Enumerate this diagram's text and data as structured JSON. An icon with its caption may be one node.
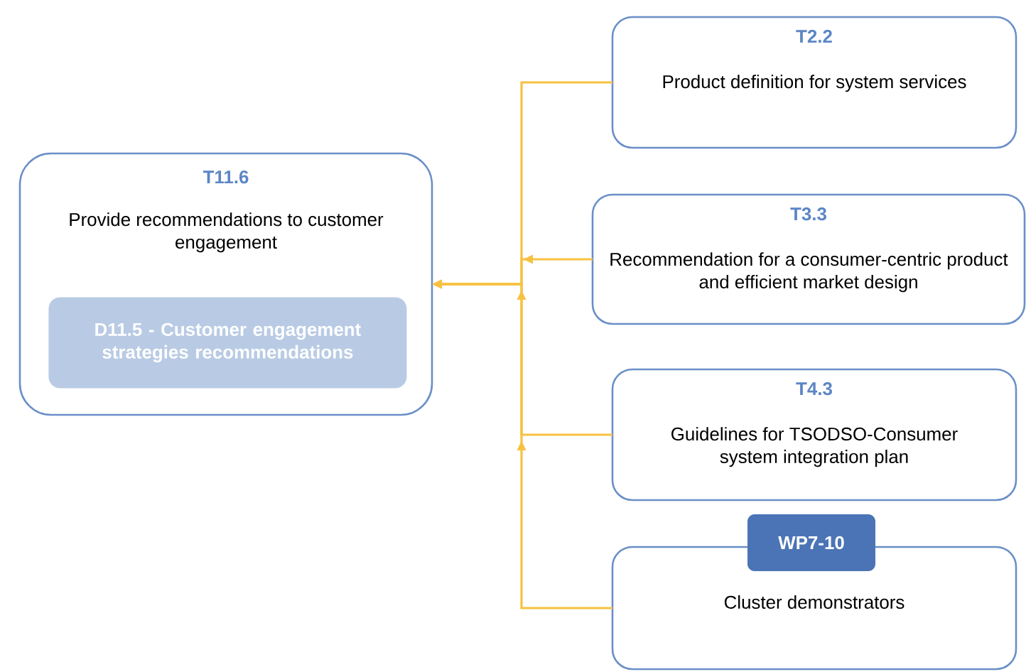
{
  "diagram": {
    "nodes": [
      {
        "text": [
          "T11.6",
          "Provide recommendations to customer engagement"
        ]
      },
      {
        "text": [
          "D11.5 - Customer engagement strategies recommendations"
        ],
        "in": 0
      },
      {
        "text": [
          "T2.2",
          "Product definition for system services"
        ]
      },
      {
        "text": [
          "T3.3",
          "Recommendation for a consumer-centric product and efficient market design"
        ]
      },
      {
        "text": [
          "T4.3",
          "Guidelines for TSODSO-Consumer system integration plan"
        ]
      },
      {
        "text": [
          "WP7-10",
          "Cluster demonstrators"
        ]
      }
    ],
    "edges": [
      {
        "from": 2,
        "to": 0,
        "arrow": "to"
      },
      {
        "from": 3,
        "to": 0,
        "arrow": "to"
      },
      {
        "from": 4,
        "to": 0,
        "arrow": "to"
      },
      {
        "from": 5,
        "to": 0,
        "arrow": "to"
      }
    ]
  }
}
